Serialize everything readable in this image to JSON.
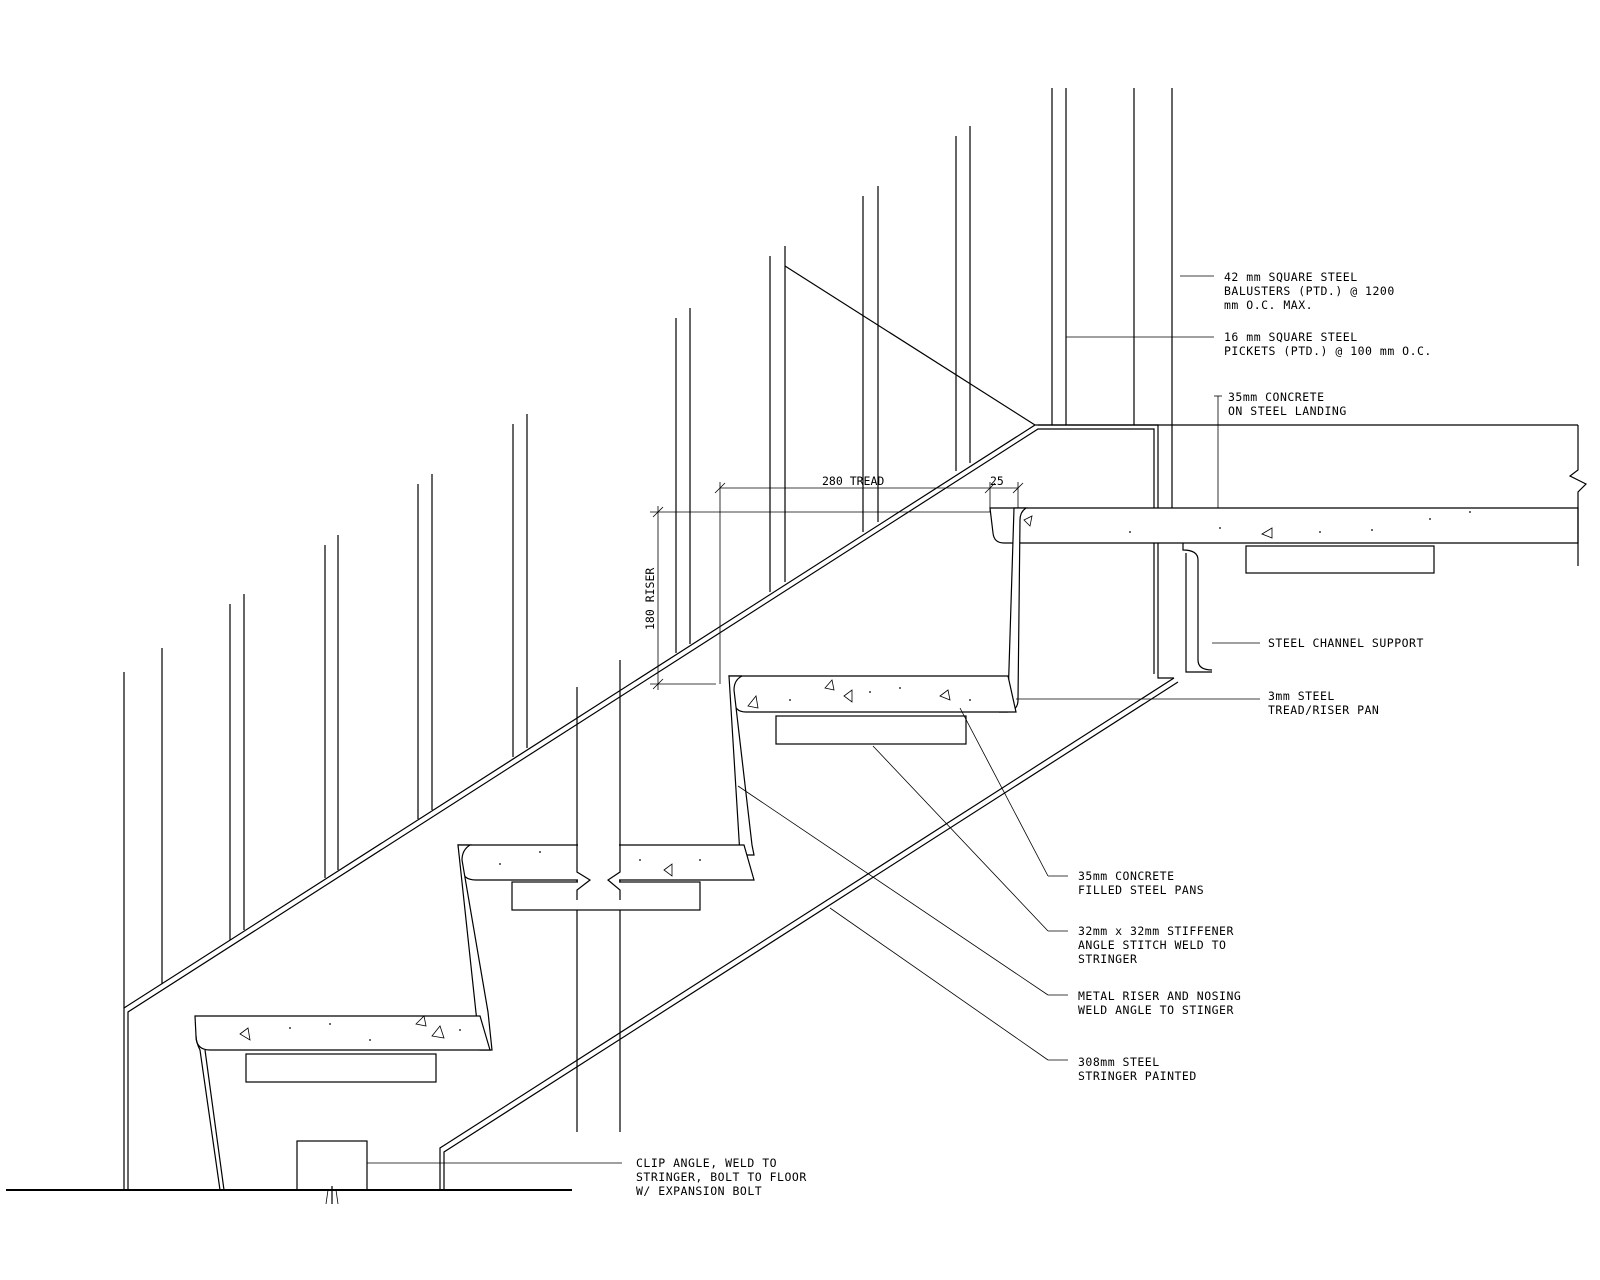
{
  "drawing": {
    "dimensions": {
      "tread": "280 TREAD",
      "nosing": "25",
      "riser": "180 RISER"
    },
    "notes": {
      "balusters": [
        "42 mm SQUARE STEEL",
        "BALUSTERS (PTD.) @ 1200",
        "mm O.C. MAX."
      ],
      "pickets": [
        "16 mm SQUARE STEEL",
        "PICKETS (PTD.) @ 100 mm O.C."
      ],
      "landing": [
        "35mm CONCRETE",
        "ON STEEL LANDING"
      ],
      "channel": [
        "STEEL CHANNEL SUPPORT"
      ],
      "pan": [
        "3mm STEEL",
        "TREAD/RISER PAN"
      ],
      "concrete_pans": [
        "35mm CONCRETE",
        "FILLED STEEL PANS"
      ],
      "stiffener": [
        "32mm x 32mm STIFFENER",
        "ANGLE STITCH WELD TO",
        "STRINGER"
      ],
      "riser_nosing": [
        "METAL RISER AND NOSING",
        "WELD ANGLE TO STINGER"
      ],
      "stringer": [
        "308mm STEEL",
        "STRINGER PAINTED"
      ],
      "clip_angle": [
        "CLIP ANGLE, WELD TO",
        "STRINGER, BOLT TO FLOOR",
        "W/ EXPANSION BOLT"
      ]
    }
  }
}
